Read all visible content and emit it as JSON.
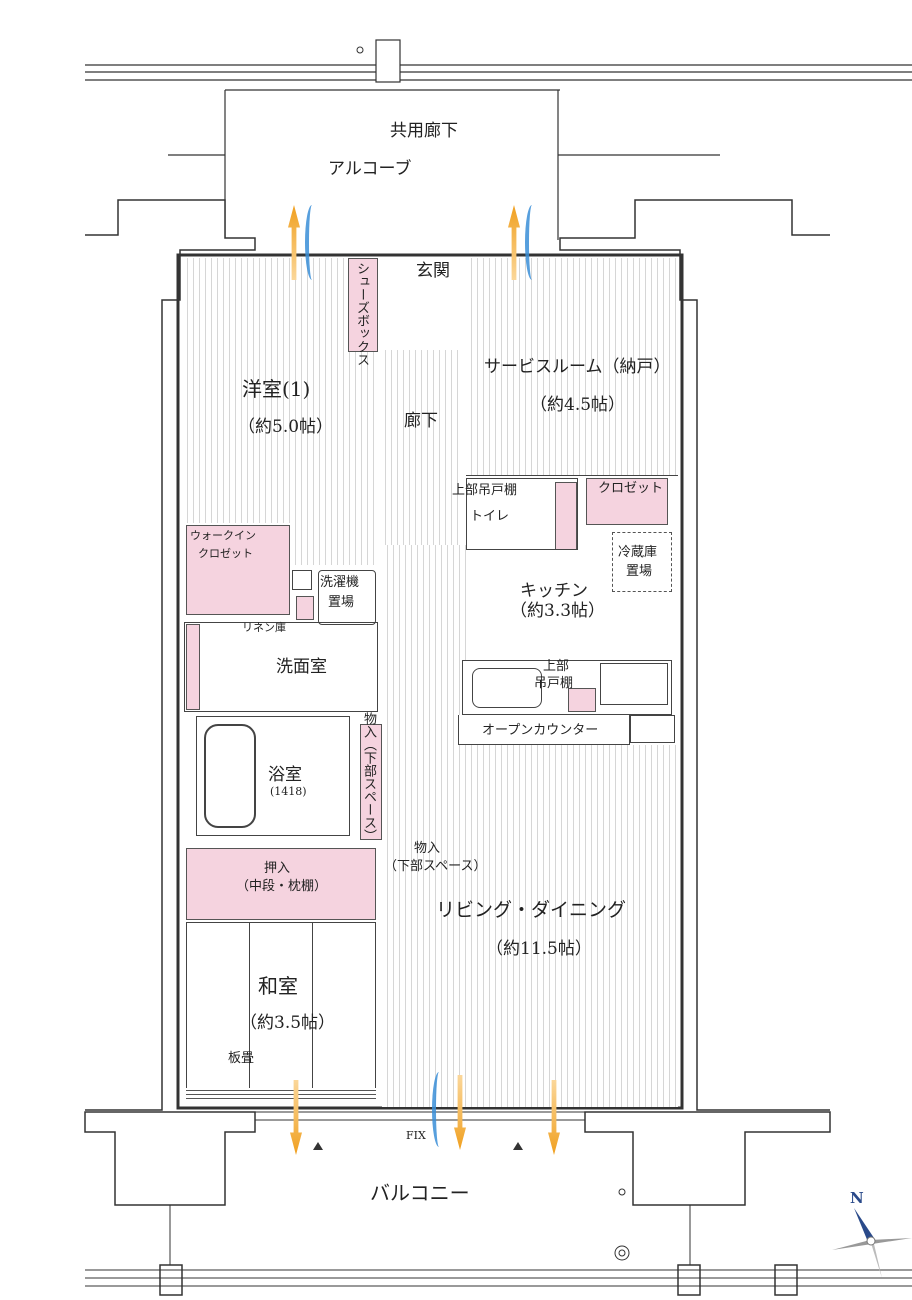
{
  "corridor": "共用廊下",
  "alcove": "アルコーブ",
  "entrance": "玄関",
  "shoebox": "シューズボックス",
  "western_room": {
    "name": "洋室(1)",
    "size": "（約5.0帖）"
  },
  "hallway": "廊下",
  "service_room": {
    "name": "サービスルーム（納戸）",
    "size": "（約4.5帖）"
  },
  "upper_cabinet_toilet": "上部吊戸棚",
  "toilet": "トイレ",
  "closet": "クロゼット",
  "walkin_closet": [
    "ウォークイン",
    "クロゼット"
  ],
  "fridge": [
    "冷蔵庫",
    "置場"
  ],
  "washer": [
    "洗濯機",
    "置場"
  ],
  "linen": "リネン庫",
  "washroom": "洗面室",
  "kitchen": {
    "name": "キッチン",
    "size": "（約3.3帖）"
  },
  "upper_cabinet_kitchen": [
    "上部",
    "吊戸棚"
  ],
  "open_counter": "オープンカウンター",
  "bathroom": {
    "name": "浴室",
    "size": "(1418)"
  },
  "storage_vertical": "物入（下部スペース）",
  "storage": [
    "物入",
    "（下部スペース）"
  ],
  "oshiire": [
    "押入",
    "（中段・枕棚）"
  ],
  "living": {
    "name": "リビング・ダイニング",
    "size": "（約11.5帖）"
  },
  "japanese_room": {
    "name": "和室",
    "size": "（約3.5帖）"
  },
  "board_tatami": "板畳",
  "fix": "FIX",
  "balcony": "バルコニー",
  "north": "N",
  "colors": {
    "pink": "#f5d3df",
    "airflow_orange": "#f0a020",
    "airflow_blue": "#3a8fd8"
  }
}
